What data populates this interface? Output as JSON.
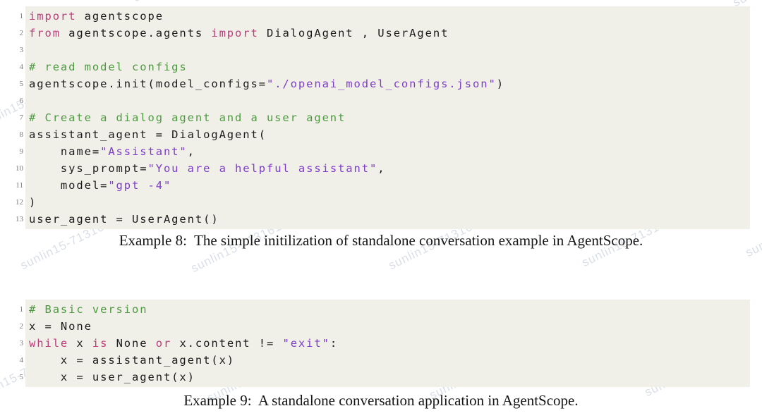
{
  "page": {
    "background": "#ffffff",
    "kind": "paper-code-listings"
  },
  "colors": {
    "code_bg": "#f0efe8",
    "keyword": "#bc3d7b",
    "comment": "#4e9a41",
    "string": "#7d3ec9",
    "plain": "#1c1c1c",
    "line_number": "#7a7a7a",
    "watermark": "rgba(148,162,186,0.35)"
  },
  "watermark": {
    "text": "sunlin15-713161",
    "positions": [
      [
        -45,
        5
      ],
      [
        190,
        -12
      ],
      [
        770,
        -15
      ],
      [
        1040,
        -5
      ],
      [
        -30,
        168
      ],
      [
        540,
        176
      ],
      [
        30,
        368
      ],
      [
        272,
        372
      ],
      [
        552,
        368
      ],
      [
        826,
        364
      ],
      [
        1058,
        350
      ],
      [
        45,
        515
      ],
      [
        185,
        518
      ],
      [
        -40,
        556
      ],
      [
        295,
        556
      ],
      [
        610,
        552
      ],
      [
        915,
        548
      ]
    ]
  },
  "listings": [
    {
      "id": "example-8",
      "caption": "Example 8:  The simple initilization of standalone conversation example in AgentScope.",
      "lines": [
        [
          [
            "k",
            "import"
          ],
          [
            "p",
            " agentscope"
          ]
        ],
        [
          [
            "k",
            "from"
          ],
          [
            "p",
            " agentscope.agents "
          ],
          [
            "k",
            "import"
          ],
          [
            "p",
            " DialogAgent , UserAgent"
          ]
        ],
        [],
        [
          [
            "c",
            "# read model configs"
          ]
        ],
        [
          [
            "p",
            "agentscope.init(model_configs="
          ],
          [
            "s",
            "\"./openai_model_configs.json\""
          ],
          [
            "p",
            ")"
          ]
        ],
        [],
        [
          [
            "c",
            "# Create a dialog agent and a user agent"
          ]
        ],
        [
          [
            "p",
            "assistant_agent = DialogAgent("
          ]
        ],
        [
          [
            "p",
            "    name="
          ],
          [
            "s",
            "\"Assistant\""
          ],
          [
            "p",
            ","
          ]
        ],
        [
          [
            "p",
            "    sys_prompt="
          ],
          [
            "s",
            "\"You are a helpful assistant\""
          ],
          [
            "p",
            ","
          ]
        ],
        [
          [
            "p",
            "    model="
          ],
          [
            "s",
            "\"gpt -4\""
          ]
        ],
        [
          [
            "p",
            ")"
          ]
        ],
        [
          [
            "p",
            "user_agent = UserAgent()"
          ]
        ]
      ]
    },
    {
      "id": "example-9",
      "caption": "Example 9:  A standalone conversation application in AgentScope.",
      "lines": [
        [
          [
            "c",
            "# Basic version"
          ]
        ],
        [
          [
            "p",
            "x = None"
          ]
        ],
        [
          [
            "k",
            "while"
          ],
          [
            "p",
            " x "
          ],
          [
            "k",
            "is"
          ],
          [
            "p",
            " None "
          ],
          [
            "k",
            "or"
          ],
          [
            "p",
            " x.content != "
          ],
          [
            "s",
            "\"exit\""
          ],
          [
            "p",
            ":"
          ]
        ],
        [
          [
            "p",
            "    x = assistant_agent(x)"
          ]
        ],
        [
          [
            "p",
            "    x = user_agent(x)"
          ]
        ]
      ]
    }
  ]
}
